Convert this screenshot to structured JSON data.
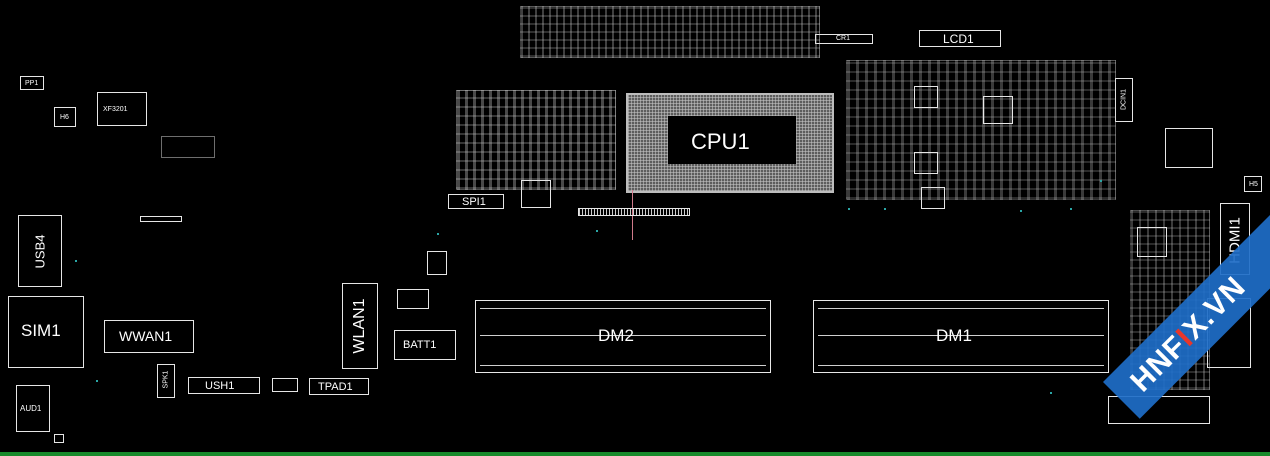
{
  "labels": {
    "cpu": "CPU1",
    "dm1": "DM1",
    "dm2": "DM2",
    "wlan": "WLAN1",
    "wwan": "WWAN1",
    "sim": "SIM1",
    "usb4": "USB4",
    "hdmi": "HDMI1",
    "batt": "BATT1",
    "spi": "SPI1",
    "usbh": "USH1",
    "tpad": "TPAD1",
    "lcd": "LCD1",
    "aud": "AUD1",
    "pp": "PP1",
    "h6": "H6",
    "xf": "XF3201",
    "dcin": "DCIN1",
    "h5": "H5",
    "spk": "SPK1",
    "cr": "CR1"
  },
  "watermark": {
    "text_before": "HNF",
    "text_x": "I",
    "text_after": "X.VN"
  },
  "colors": {
    "background": "#000000",
    "outline": "#e6e6e6",
    "cpu_fill": "#5d5d5d",
    "board_edge": "#178a2b",
    "watermark_band": "#1e6ec8",
    "watermark_accent": "#e8362a",
    "via_dots": "#2aa6a6"
  }
}
